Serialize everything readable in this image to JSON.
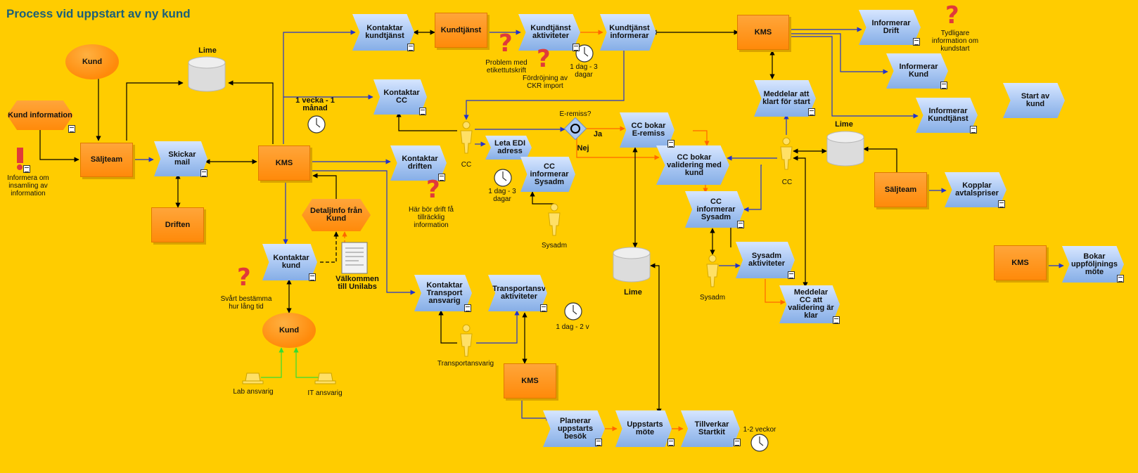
{
  "title": "Process vid uppstart av ny kund",
  "colors": {
    "background": "#ffcc00",
    "function": "#a8c6f2",
    "org_unit": "#ff8a0a",
    "title": "#1a5f7a",
    "question": "#e03a3a",
    "arrow_blue": "#2233cc",
    "arrow_orange": "#ff6600",
    "arrow_green": "#33dd33",
    "database": "#d9d9d9"
  },
  "functions": {
    "kontaktar_kundtjanst": "Kontaktar kundtjänst",
    "kundtjanst_aktiviteter": "Kundtjänst aktiviteter",
    "kundtjanst_informerar": "Kundtjänst informerar",
    "informerar_drift": "Informerar Drift",
    "informerar_kund": "Informerar Kund",
    "informerar_kundtjanst": "Informerar Kundtjänst",
    "start_av_kund": "Start av kund",
    "meddelar_klart": "Meddelar att klart för start",
    "kontaktar_cc": "Kontaktar CC",
    "skickar_mail": "Skickar mail",
    "kontaktar_driften": "Kontaktar driften",
    "leta_edi": "Leta EDI adress",
    "cc_informerar_sysadm_1": "CC informerar Sysadm",
    "cc_bokar_eremiss": "CC bokar E-remiss",
    "cc_bokar_validering": "CC bokar validering med kund",
    "cc_informerar_sysadm_2": "CC informerar Sysadm",
    "sysadm_aktiviteter": "Sysadm aktiviteter",
    "meddelar_validering": "Meddelar CC att validering är klar",
    "kopplar_avtalspriser": "Kopplar avtalspriser",
    "kontaktar_kund": "Kontaktar kund",
    "kontaktar_transport": "Kontaktar Transport ansvarig",
    "transportansv_aktiviteter": "Transportansv aktiviteter",
    "planerar_uppstart": "Planerar uppstarts besök",
    "uppstarts_mote": "Uppstarts möte",
    "tillverkar_startkit": "Tillverkar Startkit",
    "bokar_uppfoljning": "Bokar uppföljnings möte"
  },
  "org_units": {
    "kundtjanst": "Kundtjänst",
    "kms_top": "KMS",
    "saljteam_left": "Säljteam",
    "kms_center": "KMS",
    "driften": "Driften",
    "saljteam_right": "Säljteam",
    "kms_bottom": "KMS",
    "kms_right": "KMS"
  },
  "events": {
    "kund_top": "Kund",
    "kund_bottom": "Kund",
    "kund_information": "Kund information",
    "detaljinfo": "DetaljInfo från Kund"
  },
  "databases": {
    "lime_top": "Lime",
    "lime_right": "Lime",
    "lime_center": "Lime"
  },
  "persons": {
    "cc_1": "CC",
    "cc_2": "CC",
    "sysadm_1": "Sysadm",
    "sysadm_2": "Sysadm",
    "transport": "Transportansvarig",
    "lab": "Lab ansvarig",
    "it": "IT ansvarig"
  },
  "document": "Välkommen till Unilabs",
  "durations": {
    "d1": "1 vecka - 1 månad",
    "d2": "1 dag - 3 dagar",
    "d3": "1 dag - 3 dagar",
    "d4": "1 dag - 2 v",
    "d5": "1-2 veckor"
  },
  "gateway": {
    "label": "E-remiss?",
    "yes": "Ja",
    "no": "Nej"
  },
  "issues": {
    "informera": "Informera om insamling av information",
    "etikett": "Problem med etikettutskrift",
    "ckr": "Fördröjning av CKR import",
    "tydligare": "Tydligare information om kundstart",
    "drift": "Här bör drift få tillräcklig information",
    "svart": "Svårt bestämma hur lång tid"
  }
}
